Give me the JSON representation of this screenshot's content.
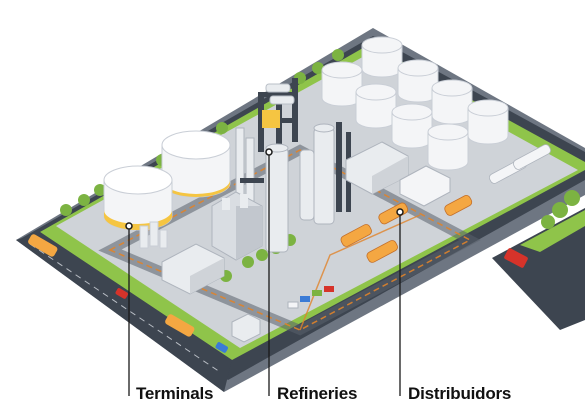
{
  "labels": {
    "terminals": "Terminals",
    "refineries": "Refineries",
    "distributors": "Distribuidors"
  },
  "colors": {
    "ground": "#cfd3d8",
    "grass": "#8fc44a",
    "road": "#3d4550",
    "tank_white": "#f4f5f7",
    "tank_band": "#f5c542",
    "tanker_orange": "#f4a742",
    "pipe_path": "#e0832a",
    "callout_line": "#1a1a1a"
  }
}
